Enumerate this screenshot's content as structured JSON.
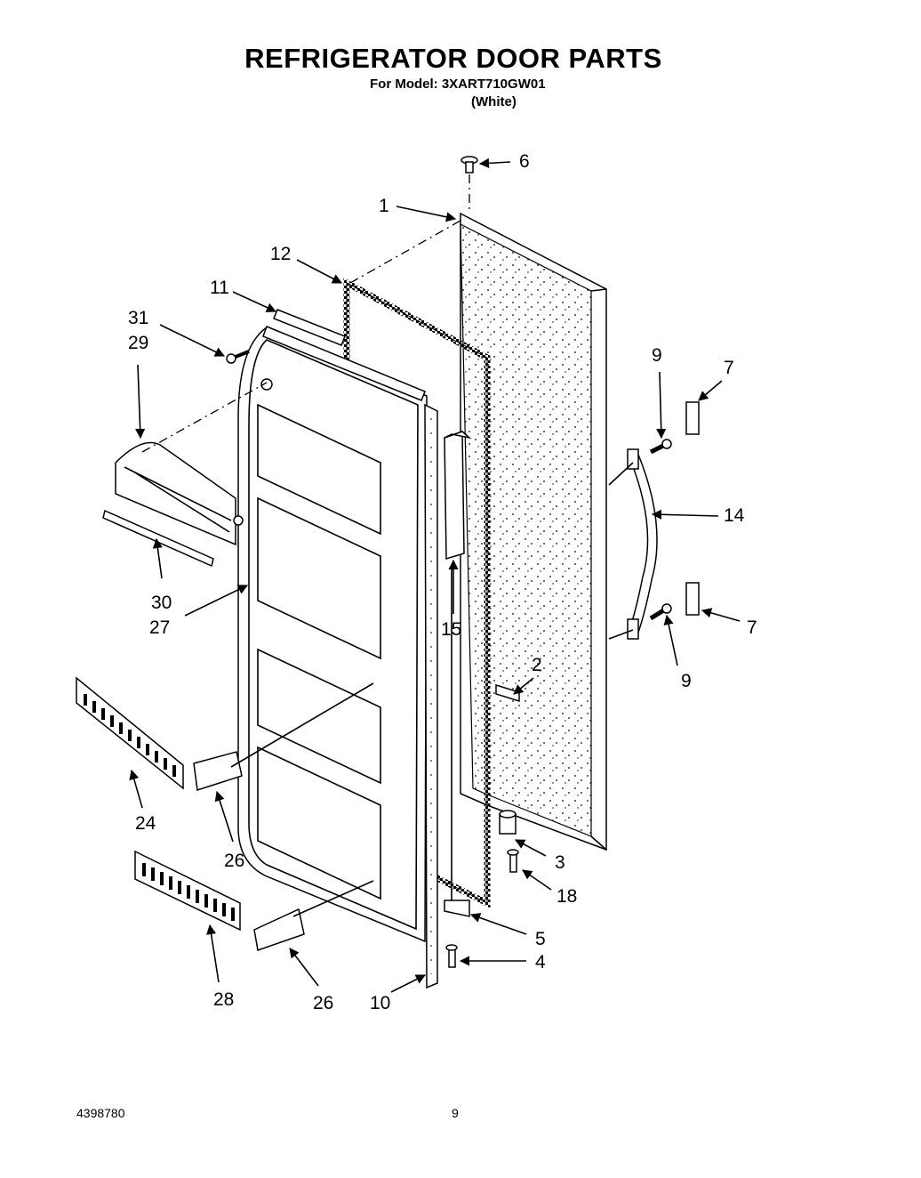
{
  "header": {
    "title": "REFRIGERATOR DOOR PARTS",
    "model_line": "For Model: 3XART710GW01",
    "variant": "(White)"
  },
  "footer": {
    "doc_number": "4398780",
    "page_number": "9"
  },
  "callouts": {
    "c1": "1",
    "c2": "2",
    "c3": "3",
    "c4": "4",
    "c5": "5",
    "c6": "6",
    "c7a": "7",
    "c7b": "7",
    "c9a": "9",
    "c9b": "9",
    "c10": "10",
    "c11": "11",
    "c12": "12",
    "c14": "14",
    "c15": "15",
    "c18": "18",
    "c24": "24",
    "c26a": "26",
    "c26b": "26",
    "c27": "27",
    "c28": "28",
    "c29": "29",
    "c30": "30",
    "c31": "31"
  }
}
